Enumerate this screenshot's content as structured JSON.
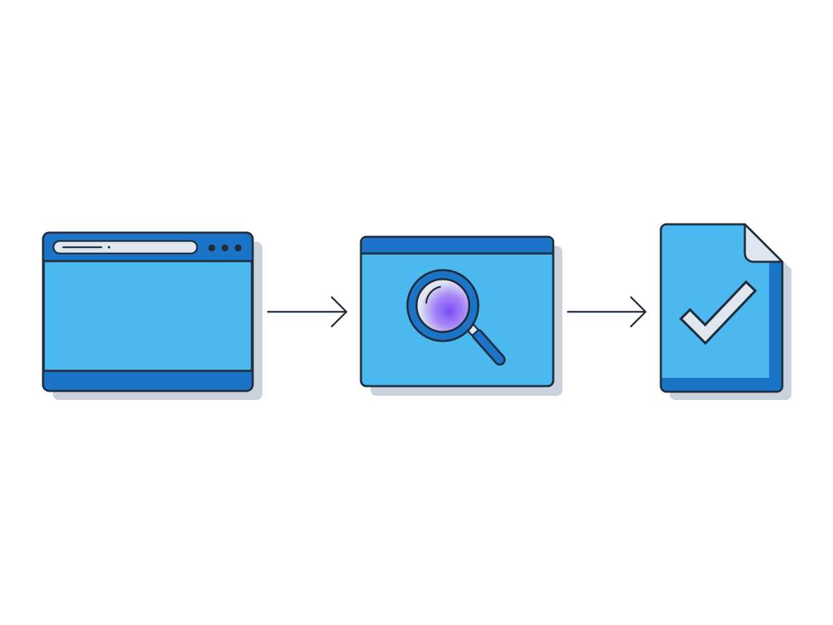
{
  "diagram": {
    "steps": [
      {
        "name": "browser-window",
        "icon": "browser-window-icon"
      },
      {
        "name": "search-window",
        "icon": "magnifying-glass-icon"
      },
      {
        "name": "approved-document",
        "icon": "checkmark-icon"
      }
    ],
    "connectors": [
      {
        "from": "browser-window",
        "to": "search-window"
      },
      {
        "from": "search-window",
        "to": "approved-document"
      }
    ]
  },
  "colors": {
    "fill_light": "#4bb8f0",
    "fill_dark": "#1c74c8",
    "stroke": "#1f2d3d",
    "shadow": "#c9d1dc",
    "highlight": "#dfe6ee",
    "lens_accent": "#8a5cf6",
    "background": "#ffffff"
  }
}
